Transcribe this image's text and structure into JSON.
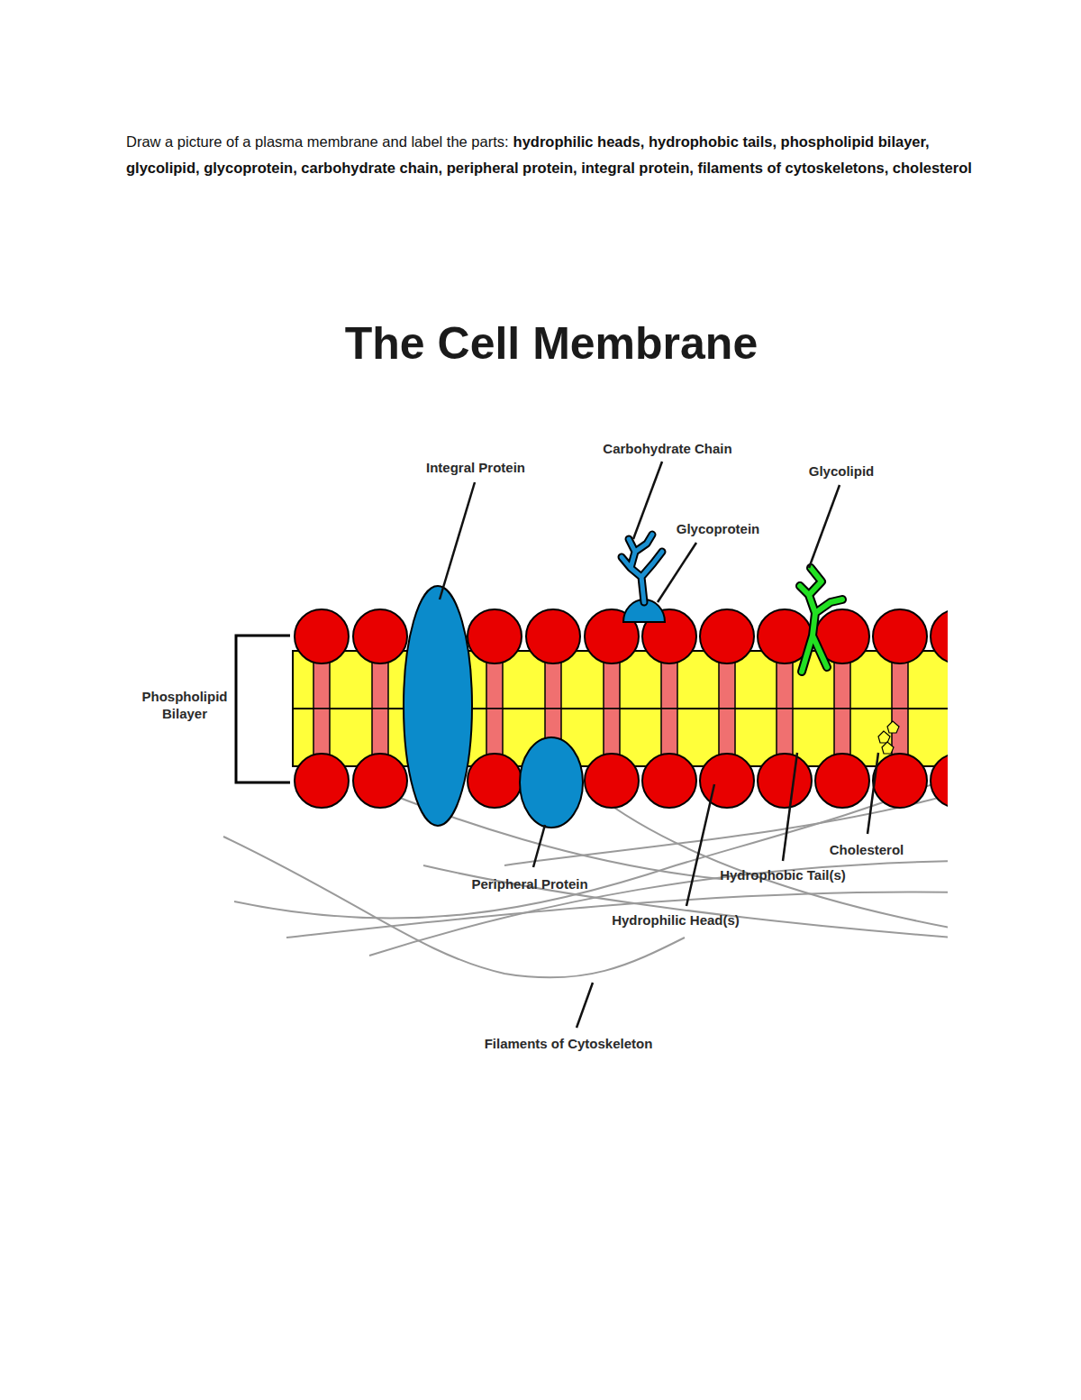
{
  "diagram": {
    "title": "The Cell Membrane",
    "labels": [
      "Draw a picture of a plasma membrane and label the parts:",
      "hydrophilic heads, hydrophobic tails, phospholipid bilayer, glycolipid, glycoprotein, carbohydrate chain, peripheral protein, integral protein, filaments of cytoskeletons, cholesterol",
      "Integral Protein",
      "Carbohydrate Chain",
      "Glycolipid",
      "Glycoprotein",
      "Phospholipid Bilayer",
      "Cholesterol",
      "Hydrophobic Tail(s)",
      "Peripheral Protein",
      "Hydrophilic Head(s)",
      "Filaments of Cytoskeleton"
    ]
  }
}
